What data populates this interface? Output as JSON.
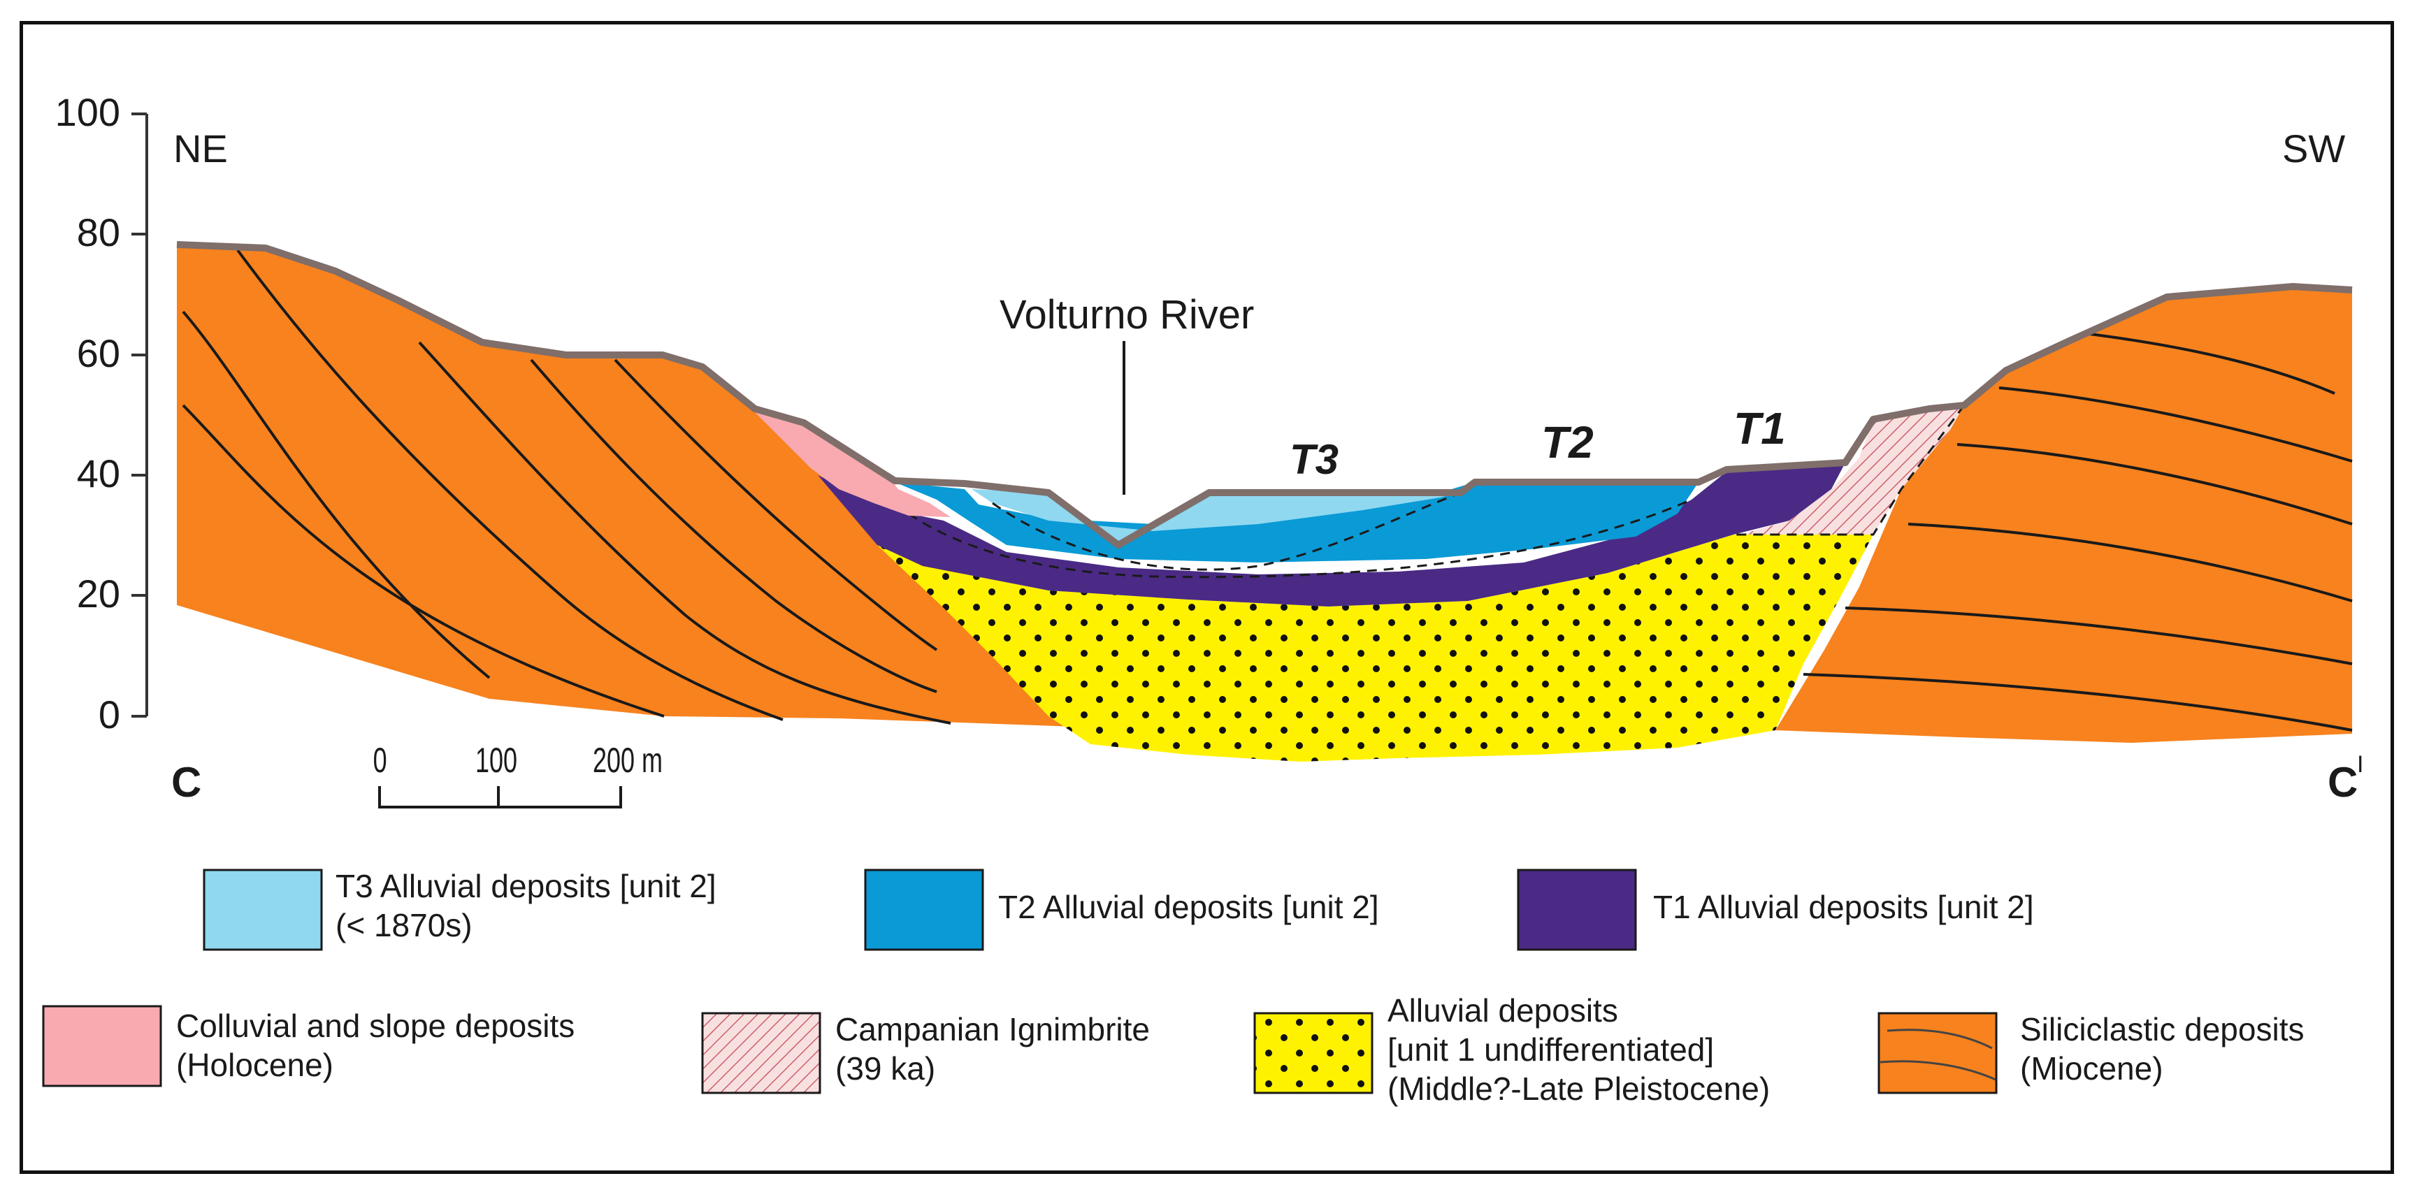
{
  "cross_section": {
    "y_axis": {
      "ticks": [
        "100",
        "80",
        "60",
        "40",
        "20",
        "0"
      ]
    },
    "orientation": {
      "left": "NE",
      "right": "SW"
    },
    "section_ends": {
      "left": "C",
      "right": "C",
      "right_superscript": "I"
    },
    "river_label": "Volturno River",
    "terrace_labels": [
      "T3",
      "T2",
      "T1"
    ],
    "scale_bar": {
      "ticks": [
        "0",
        "100",
        "200 m"
      ]
    }
  },
  "legend": [
    {
      "id": "t3",
      "lines": [
        "T3 Alluvial deposits [unit 2]",
        "(< 1870s)"
      ],
      "color": "#8fd8f0",
      "pattern": "solid"
    },
    {
      "id": "t2",
      "lines": [
        "T2 Alluvial deposits [unit 2]"
      ],
      "color": "#0a9ad6",
      "pattern": "solid"
    },
    {
      "id": "t1",
      "lines": [
        "T1 Alluvial deposits [unit 2]"
      ],
      "color": "#4a2a85",
      "pattern": "solid"
    },
    {
      "id": "colluvial",
      "lines": [
        "Colluvial and slope deposits",
        "(Holocene)"
      ],
      "color": "#f8aab0",
      "pattern": "solid"
    },
    {
      "id": "campanian",
      "lines": [
        "Campanian Ignimbrite",
        "(39 ka)"
      ],
      "color": "#f7d6d6",
      "pattern": "hatch"
    },
    {
      "id": "alluvial",
      "lines": [
        "Alluvial deposits",
        "[unit 1 undifferentiated]",
        "(Middle?-Late Pleistocene)"
      ],
      "color": "#fff200",
      "pattern": "dots"
    },
    {
      "id": "siliciclastic",
      "lines": [
        "Siliciclastic deposits",
        "(Miocene)"
      ],
      "color": "#f7821e",
      "pattern": "bedding"
    }
  ]
}
